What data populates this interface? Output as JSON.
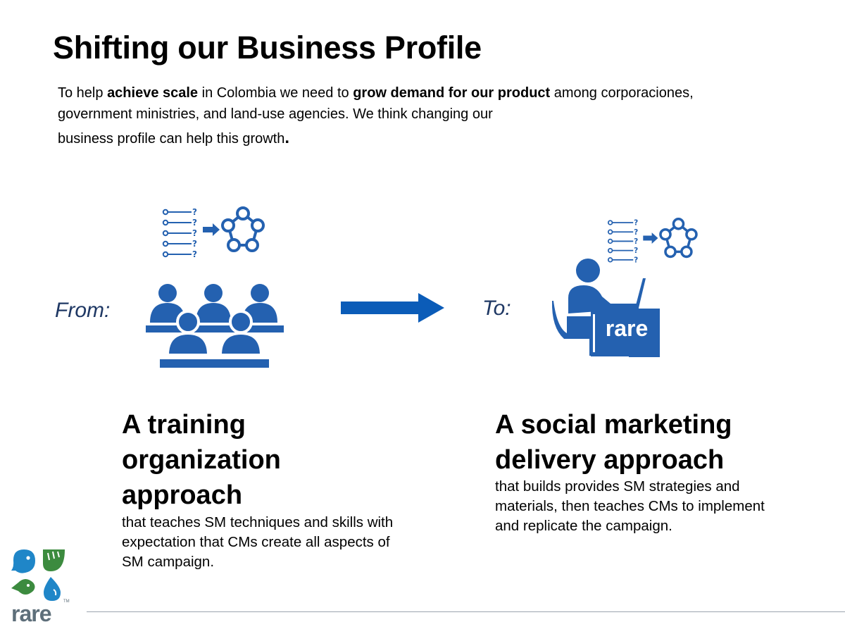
{
  "slide": {
    "title": "Shifting our Business Profile",
    "intro": {
      "seg1": "To help ",
      "seg2_bold": "achieve scale",
      "seg3": " in Colombia we need to ",
      "seg4_bold": "grow demand for our product",
      "seg5": " among corporaciones, government ministries, and land-use agencies. We think changing our",
      "seg6": "business profile can help this growth",
      "seg7": "."
    },
    "from_label": "From:",
    "to_label": "To:",
    "left": {
      "headline": "A training organization approach",
      "description": "that teaches SM techniques and skills with expectation that CMs create all aspects of SM campaign."
    },
    "right": {
      "headline": "A social marketing delivery approach",
      "description": "that builds provides SM strategies and materials, then teaches CMs to implement and replicate the campaign."
    },
    "desk_sign": "rare",
    "logo": {
      "wordmark": "rare",
      "trademark": "TM"
    },
    "icons": {
      "question_list": "question-list-icon",
      "network": "network-icon",
      "classroom": "classroom-icon",
      "arrow": "right-arrow-icon",
      "worker": "person-at-laptop-icon"
    },
    "colors": {
      "icon_blue": "#2461B0",
      "label_navy": "#1F3864",
      "arrow_blue": "#0B5CB8",
      "logo_blue": "#1F86C8",
      "logo_green": "#3C8B3F",
      "logo_gray": "#5E6F7A",
      "rule_gray": "#9AA4AE"
    }
  }
}
